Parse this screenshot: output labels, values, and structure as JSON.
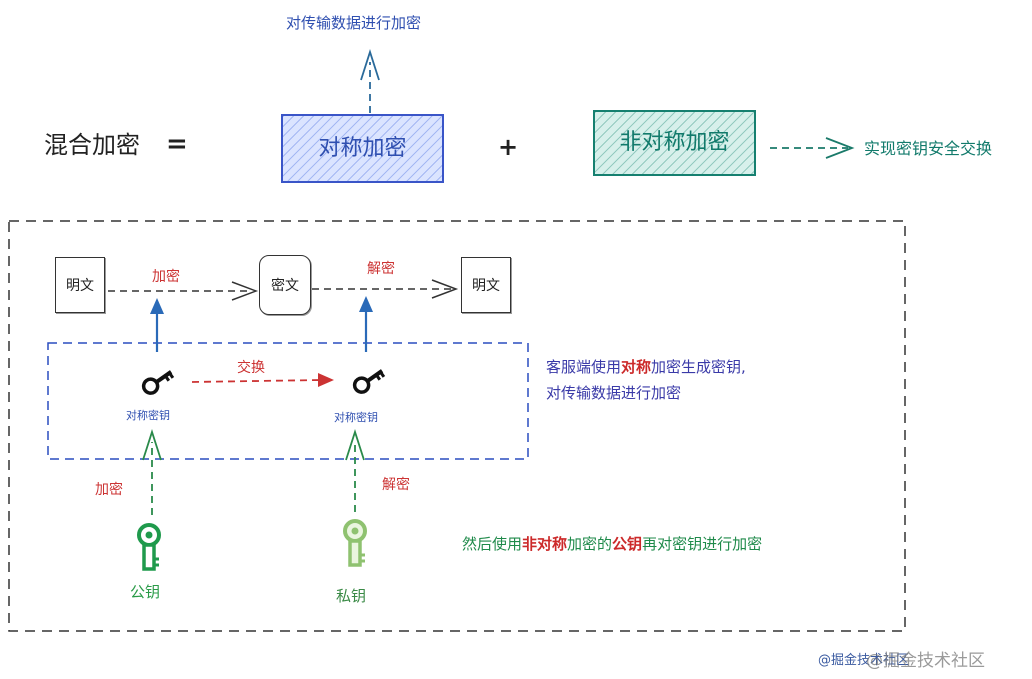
{
  "top": {
    "encrypt_transfer": "对传输数据进行加密",
    "hybrid_label": "混合加密",
    "equals": "=",
    "plus": "+",
    "symmetric_box": "对称加密",
    "asymmetric_box": "非对称加密",
    "secure_exchange": "实现密钥安全交换"
  },
  "flow": {
    "plaintext_left": "明文",
    "ciphertext": "密文",
    "plaintext_right": "明文",
    "encrypt_label": "加密",
    "decrypt_label": "解密",
    "exchange_label": "交换",
    "sym_key_left": "对称密钥",
    "sym_key_right": "对称密钥",
    "encrypt_label_bottom": "加密",
    "decrypt_label_bottom": "解密",
    "public_key": "公钥",
    "private_key": "私钥"
  },
  "notes": {
    "client_line1_a": "客服端使用",
    "client_line1_b": "对称",
    "client_line1_c": "加密生成密钥,",
    "client_line2": "对传输数据进行加密",
    "then_a": "然后使用",
    "then_b": "非对称",
    "then_c": "加密的",
    "then_d": "公钥",
    "then_e": "再对密钥进行加密"
  },
  "watermark": "@掘金技术社区",
  "author": "@掘金技术社区",
  "colors": {
    "blue": "#2f4fb0",
    "teal": "#117a6b",
    "red": "#cc3333",
    "green": "#2a9b48"
  }
}
